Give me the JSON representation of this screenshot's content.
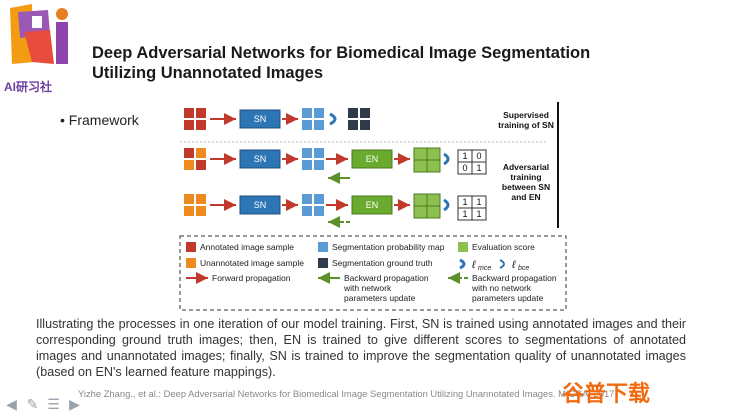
{
  "logo": {
    "text": "AI研习社"
  },
  "slide": {
    "title_line1": "Deep Adversarial Networks for Biomedical Image Segmentation",
    "title_line2": "Utilizing Unannotated Images",
    "bullet": "• Framework"
  },
  "figure": {
    "sn_label": "SN",
    "en_label": "EN",
    "supervised": [
      "Supervised",
      "training of SN"
    ],
    "adversarial": [
      "Adversarial",
      "training",
      "between SN",
      "and EN"
    ],
    "score_matrix_1": [
      "1",
      "0",
      "0",
      "1"
    ],
    "score_matrix_2": [
      "1",
      "1",
      "1",
      "1"
    ],
    "legend": {
      "annotated": "Annotated image sample",
      "unannotated": "Unannotated image sample",
      "prob_map": "Segmentation probability map",
      "ground_truth": "Segmentation ground truth",
      "evaluation": "Evaluation score",
      "forward": "Forward propagation",
      "backward_update": [
        "Backward propagation",
        "with network",
        "parameters update"
      ],
      "backward_no_update": [
        "Backward propagation",
        "with no network",
        "parameters update"
      ],
      "loss_mce": "ℓ",
      "loss_mce_sub": "mce",
      "loss_bce": "ℓ",
      "loss_bce_sub": "bce"
    },
    "colors": {
      "annotated": "#c0392b",
      "unannotated": "#ef8a1f",
      "prob_map": "#5b9bd5",
      "ground_truth": "#2f3a4a",
      "evaluation": "#8dc050",
      "network_box": "#2e75b6",
      "en_box": "#6aaa2e",
      "forward_arrow": "#c0392b",
      "backward_arrow": "#5a8f2a"
    }
  },
  "description": "Illustrating the processes in one iteration of our model training.  First, SN is trained using annotated images and their corresponding ground truth images; then, EN is trained to give different scores to segmentations of annotated images and unannotated images; finally, SN is trained to improve the segmentation quality of unannotated images (based on EN's learned feature mappings).",
  "citation": "Yizhe Zhang., et al.: Deep Adversarial Networks for Biomedical Image Segmentation Utilizing Unannotated Images. MICCAI 2017",
  "watermark": "谷普下载",
  "toolbar": {
    "icons": [
      "arrow-left-icon",
      "pen-icon",
      "menu-icon",
      "arrow-right-icon"
    ]
  }
}
